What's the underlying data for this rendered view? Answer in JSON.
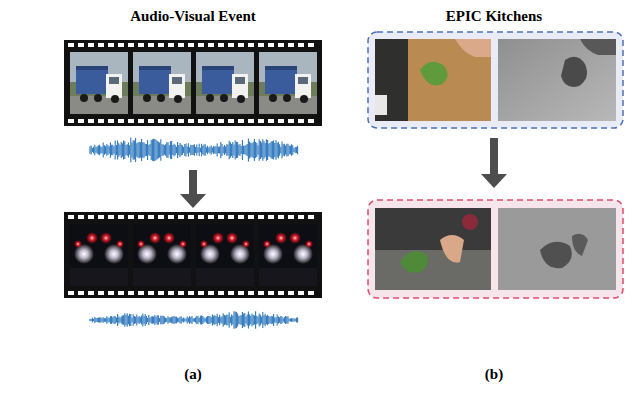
{
  "diagram": {
    "labels": [
      "Audio-Visual Event",
      "EPIC Kitchens",
      "(a)",
      "(b)"
    ]
  }
}
